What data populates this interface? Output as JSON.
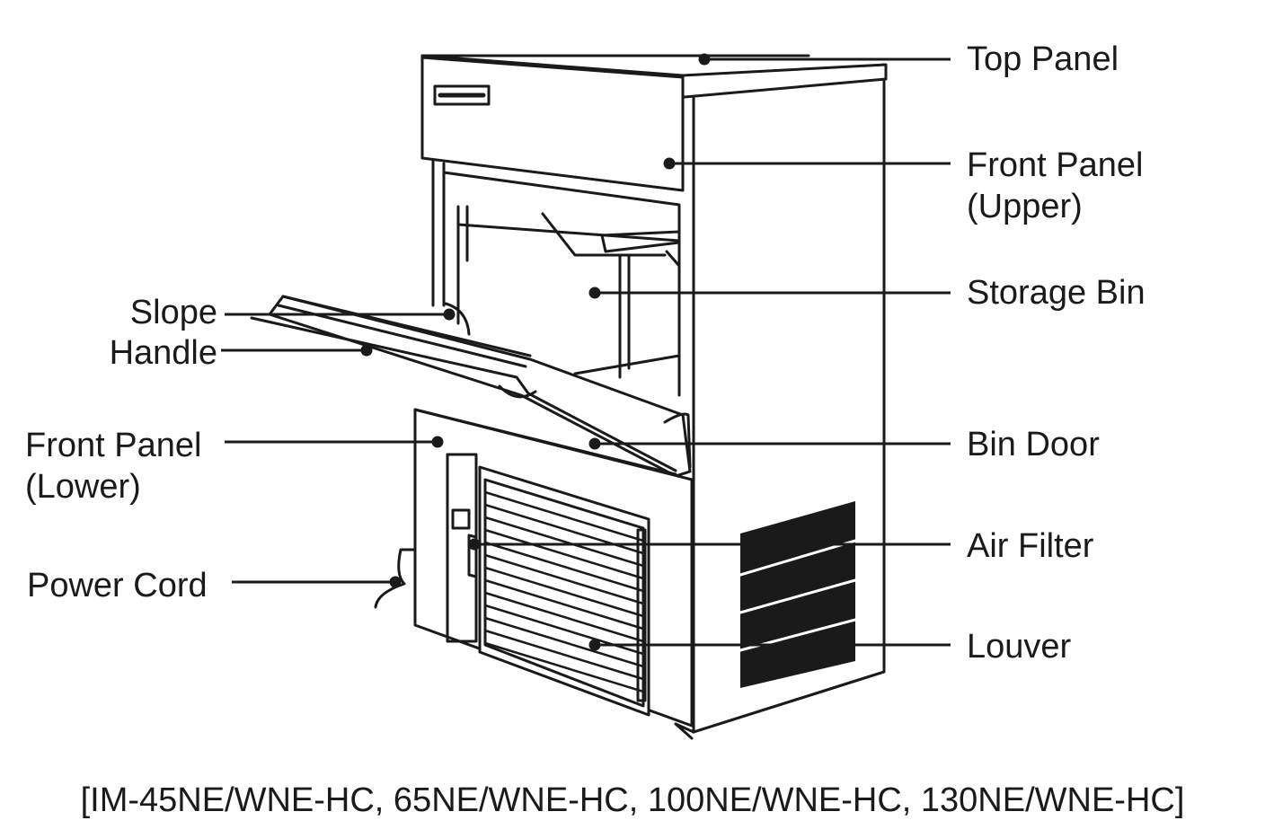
{
  "labels": {
    "top_panel": "Top Panel",
    "front_panel_upper": "Front Panel\n(Upper)",
    "storage_bin": "Storage Bin",
    "slope": "Slope",
    "handle": "Handle",
    "front_panel_lower": "Front Panel\n(Lower)",
    "bin_door": "Bin Door",
    "air_filter": "Air Filter",
    "power_cord": "Power Cord",
    "louver": "Louver"
  },
  "caption": "[IM-45NE/WNE-HC, 65NE/WNE-HC, 100NE/WNE-HC, 130NE/WNE-HC]",
  "colors": {
    "line": "#1a1a1a",
    "background": "#ffffff"
  }
}
